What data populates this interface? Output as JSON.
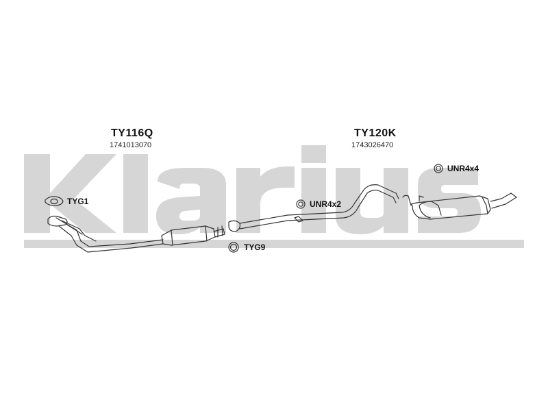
{
  "watermark": {
    "text": "Klarius",
    "color": "#d4d4d4"
  },
  "parts": [
    {
      "code": "TY116Q",
      "part_number": "1741013070"
    },
    {
      "code": "TY120K",
      "part_number": "1743026470"
    }
  ],
  "accessories": [
    {
      "label": "TYG1",
      "icon": "gasket-icon"
    },
    {
      "label": "UNR4x2",
      "icon": "rubber-ring-icon"
    },
    {
      "label": "TYG9",
      "icon": "ring-gasket-icon"
    },
    {
      "label": "UNR4x4",
      "icon": "rubber-ring-icon"
    }
  ]
}
